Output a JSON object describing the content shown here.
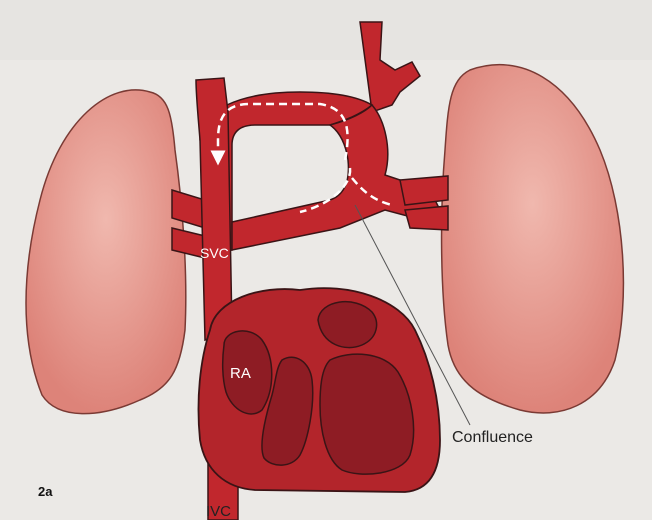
{
  "figure": {
    "panel_label": "2a",
    "labels": {
      "svc": "SVC",
      "ra": "RA",
      "ivc": "IVC",
      "confluence": "Confluence"
    }
  },
  "colors": {
    "background": "#ebe9e6",
    "lung_fill": "#e49088",
    "lung_highlight": "#efb1a8",
    "vessel": "#c1272d",
    "heart": "#b3252b",
    "chamber": "#8e1c24",
    "outline": "#3a1416",
    "dashed_arrow": "#ffffff",
    "leader_line": "#555555"
  }
}
